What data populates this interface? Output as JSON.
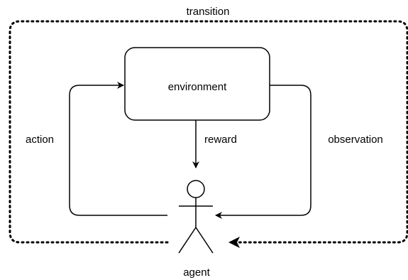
{
  "diagram": {
    "transition_label": "transition",
    "environment_label": "environment",
    "action_label": "action",
    "reward_label": "reward",
    "observation_label": "observation",
    "agent_label": "agent"
  }
}
